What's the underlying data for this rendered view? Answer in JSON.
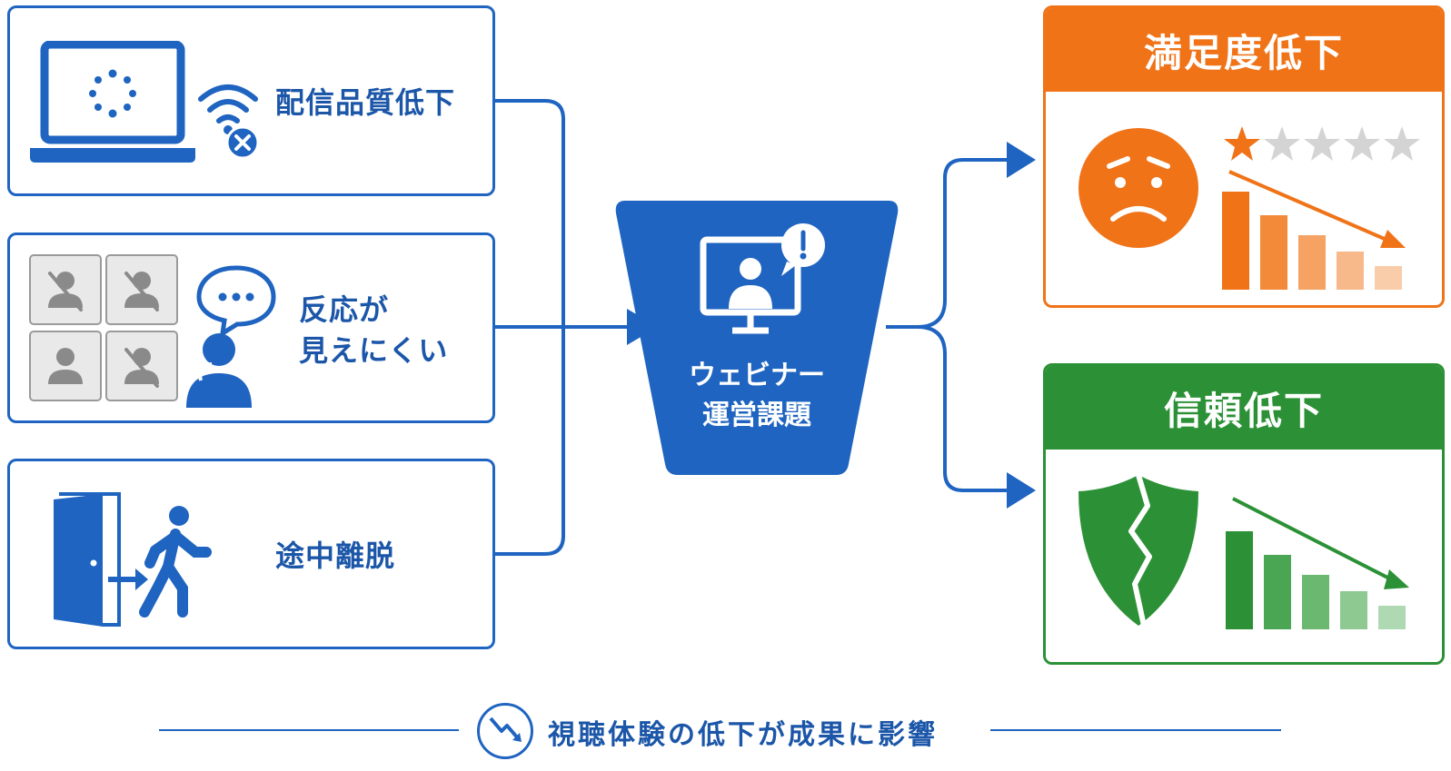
{
  "causes": [
    {
      "label": "配信品質低下"
    },
    {
      "label_line1": "反応が",
      "label_line2": "見えにくい"
    },
    {
      "label": "途中離脱"
    }
  ],
  "center": {
    "line1": "ウェビナー",
    "line2": "運営課題"
  },
  "results": [
    {
      "title": "満足度低下",
      "color": "#f07318",
      "stars_filled": 1,
      "stars_total": 5
    },
    {
      "title": "信頼低下",
      "color": "#2c9136"
    }
  ],
  "footer": {
    "text": "視聴体験の低下が成果に影響"
  },
  "colors": {
    "primary_blue": "#1f64c0",
    "orange": "#f07318",
    "green": "#2c9136"
  },
  "icons": [
    "laptop-loading-icon",
    "wifi-off-icon",
    "video-grid-icon",
    "speech-bubble-icon",
    "thinking-person-icon",
    "door-exit-icon",
    "walking-person-icon",
    "monitor-alert-icon",
    "sad-face-icon",
    "star-rating-icon",
    "declining-bar-chart-icon",
    "broken-shield-icon",
    "trend-down-icon"
  ]
}
